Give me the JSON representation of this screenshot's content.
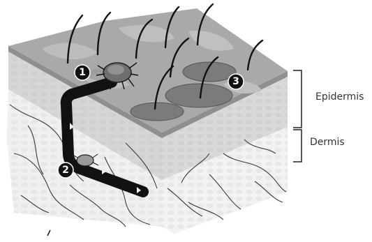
{
  "layers": {
    "epidermis_label": "Epidermis",
    "dermis_label": "Dermis"
  },
  "markers": [
    {
      "label": "1"
    },
    {
      "label": "2"
    },
    {
      "label": "3"
    }
  ],
  "colors": {
    "surface": "#a7a7a7",
    "epidermis_band": "#d9d9d9",
    "dermis_side": "#f0f0f0",
    "burrow": "#111111",
    "marker_fill": "#111111",
    "bracket": "#222222"
  }
}
